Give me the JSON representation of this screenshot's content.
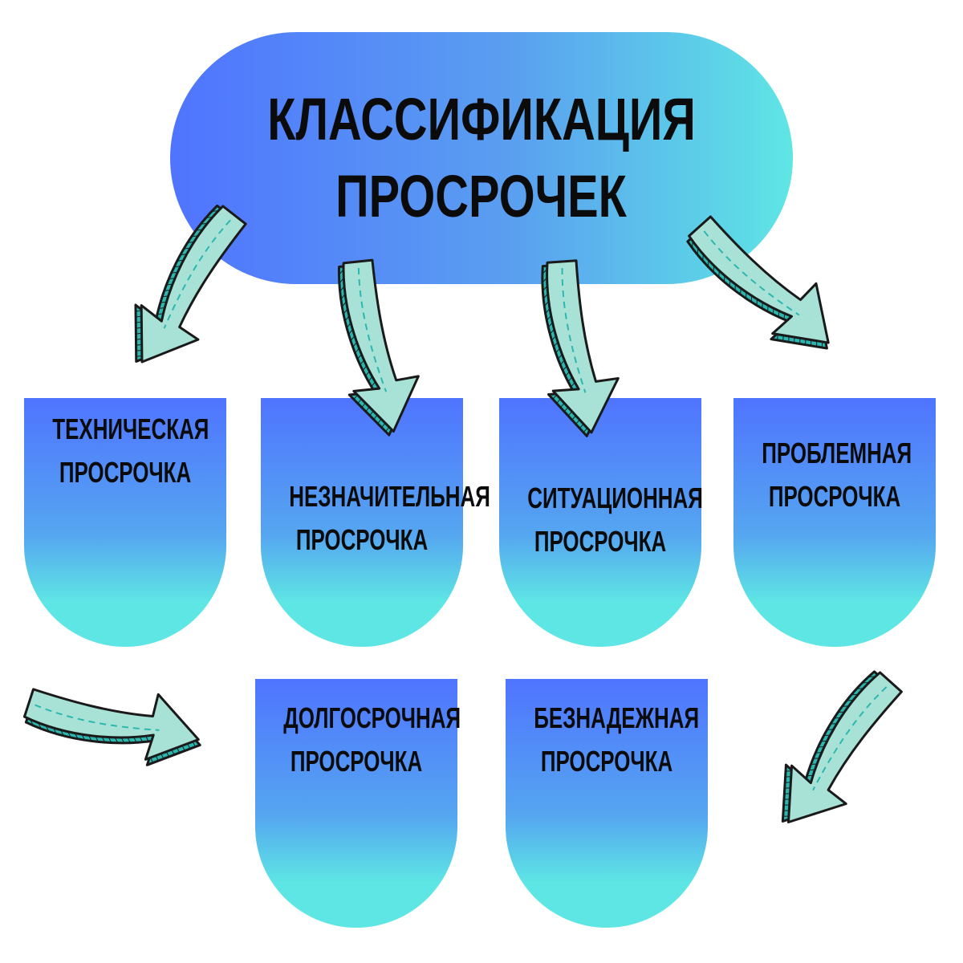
{
  "title": {
    "line1": "КЛАССИФИКАЦИЯ",
    "line2": "ПРОСРОЧЕК"
  },
  "colors": {
    "gradient_blue": "#4f74ff",
    "gradient_cyan": "#5ee6e4",
    "arrow_fill": "#a8e2d6",
    "arrow_side": "#2bb7b0",
    "outline": "#1a1a1a"
  },
  "categories": [
    {
      "line1": "ТЕХНИЧЕСКАЯ",
      "line2": "ПРОСРОЧКА"
    },
    {
      "line1": "НЕЗНАЧИТЕЛЬНАЯ",
      "line2": "ПРОСРОЧКА"
    },
    {
      "line1": "СИТУАЦИОННАЯ",
      "line2": "ПРОСРОЧКА"
    },
    {
      "line1": "ПРОБЛЕМНАЯ",
      "line2": "ПРОСРОЧКА"
    },
    {
      "line1": "ДОЛГОСРОЧНАЯ",
      "line2": "ПРОСРОЧКА"
    },
    {
      "line1": "БЕЗНАДЕЖНАЯ",
      "line2": "ПРОСРОЧКА"
    }
  ]
}
